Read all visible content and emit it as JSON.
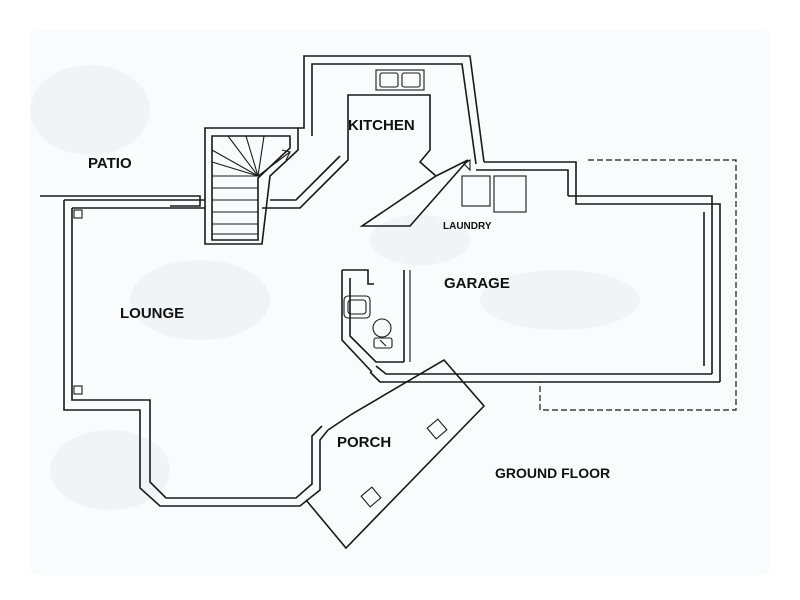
{
  "rooms": {
    "patio": "PATIO",
    "kitchen": "KITCHEN",
    "laundry": "LAUNDRY",
    "garage": "GARAGE",
    "lounge": "LOUNGE",
    "porch": "PORCH"
  },
  "floor_title": "GROUND FLOOR"
}
